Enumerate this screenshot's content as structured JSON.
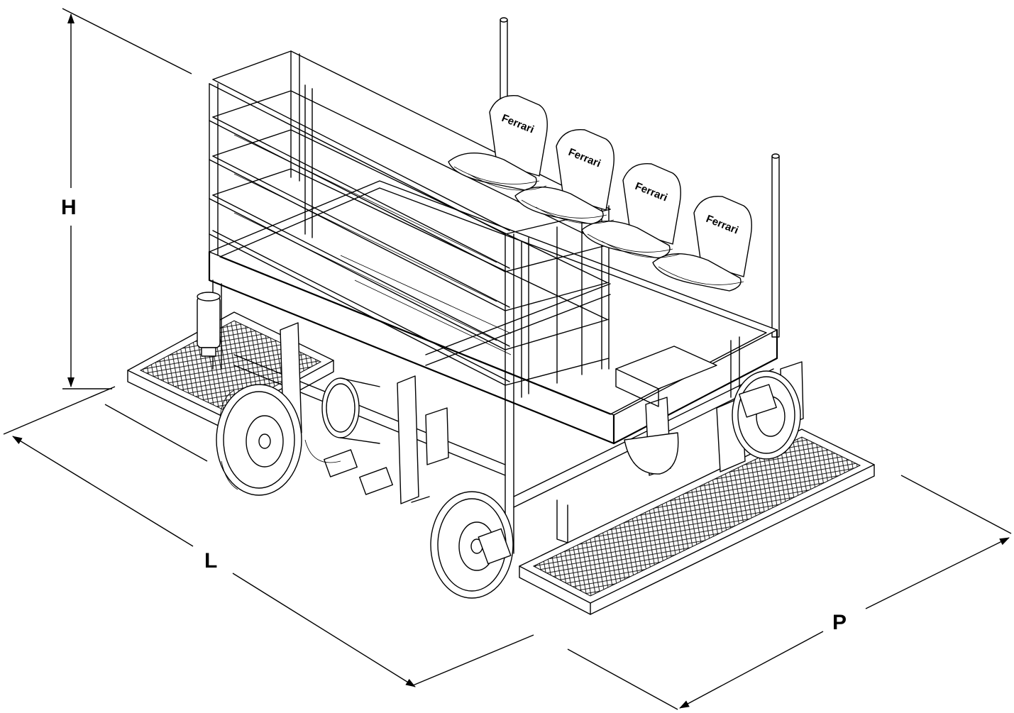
{
  "dimensions": {
    "height_label": "H",
    "length_label": "L",
    "width_label": "P"
  },
  "seats": {
    "brand": "Ferrari"
  }
}
